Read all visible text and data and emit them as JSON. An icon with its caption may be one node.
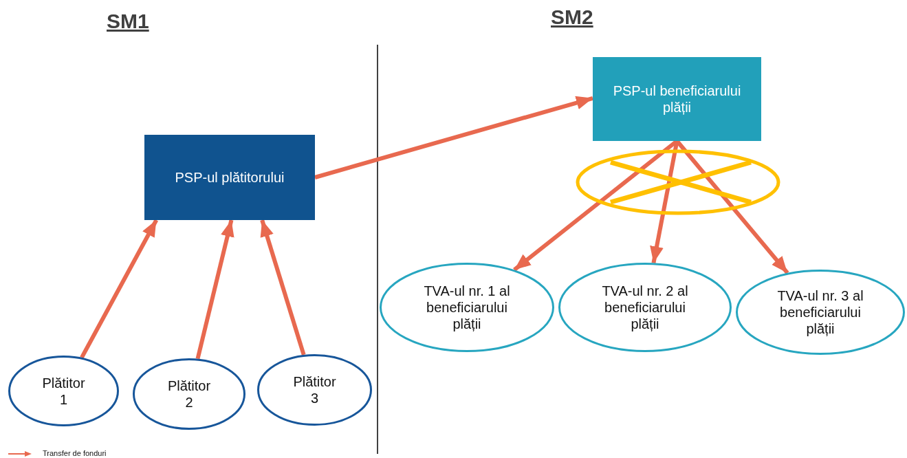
{
  "diagram": {
    "nodes": [
      {
        "text": [
          "PSP-ul plătitorului"
        ]
      },
      {
        "text": [
          "Plătitor 1"
        ]
      },
      {
        "text": [
          "Plătitor 2"
        ]
      },
      {
        "text": [
          "Plătitor 3"
        ]
      },
      {
        "text": [
          "PSP-ul beneficiarului plății"
        ]
      },
      {
        "text": [
          "TVA-ul nr. 1 al beneficiarului plății"
        ]
      },
      {
        "text": [
          "TVA-ul nr. 2 al beneficiarului plății"
        ]
      },
      {
        "text": [
          "TVA-ul nr. 3 al beneficiarului plății"
        ]
      }
    ],
    "edges": [
      {
        "from": 1,
        "to": 0,
        "arrow": "to"
      },
      {
        "from": 2,
        "to": 0,
        "arrow": "to"
      },
      {
        "from": 3,
        "to": 0,
        "arrow": "to"
      },
      {
        "from": 0,
        "to": 4,
        "arrow": "to"
      },
      {
        "from": 4,
        "to": 5,
        "arrow": "to"
      },
      {
        "from": 4,
        "to": 6,
        "arrow": "to"
      },
      {
        "from": 4,
        "to": 7,
        "arrow": "to"
      }
    ],
    "labels": [
      "SM1",
      "SM2"
    ],
    "legend": [
      {
        "text": "Transfer de fonduri"
      }
    ]
  }
}
